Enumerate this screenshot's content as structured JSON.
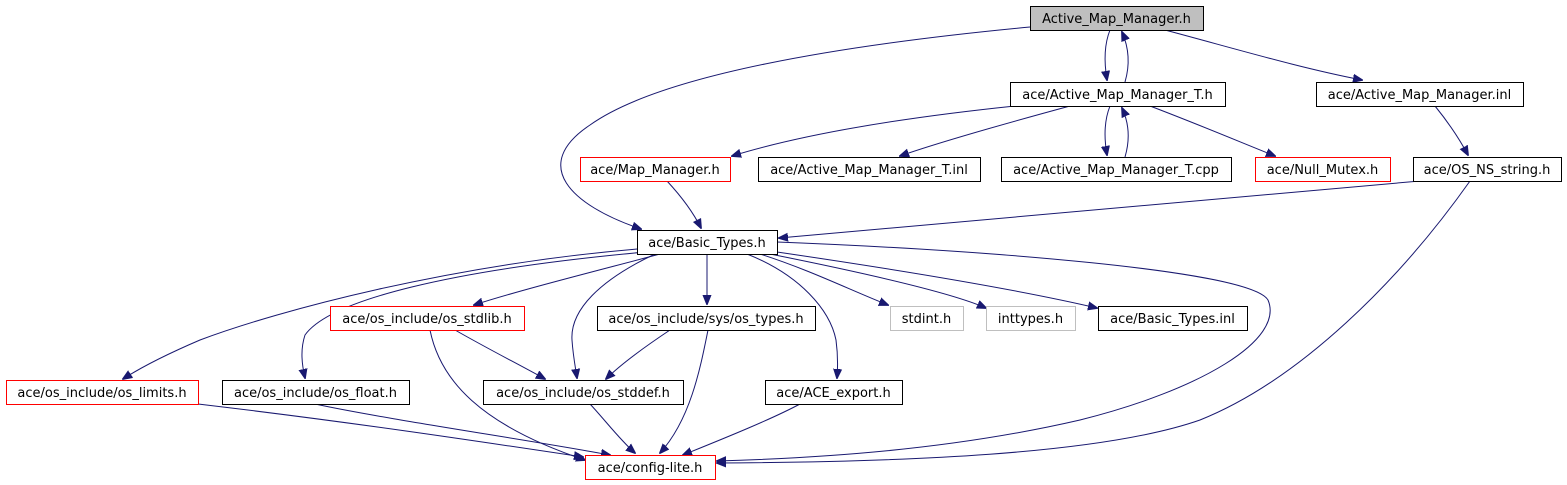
{
  "colors": {
    "edge": "#191970",
    "focus_fill": "#bfbfbf",
    "focus_border": "#000000",
    "normal_border": "#000000",
    "red_border": "#ff0000",
    "gray_border": "#bfbfbf",
    "gray_text": "#a0a0a0",
    "text": "#000000",
    "background": "#ffffff"
  },
  "graph": {
    "nodes": [
      {
        "id": "amm_h",
        "label": "Active_Map_Manager.h",
        "style": "focus"
      },
      {
        "id": "amm_t_h",
        "label": "ace/Active_Map_Manager_T.h",
        "style": "normal"
      },
      {
        "id": "amm_inl",
        "label": "ace/Active_Map_Manager.inl",
        "style": "normal"
      },
      {
        "id": "map_mgr",
        "label": "ace/Map_Manager.h",
        "style": "red"
      },
      {
        "id": "amm_t_inl",
        "label": "ace/Active_Map_Manager_T.inl",
        "style": "normal"
      },
      {
        "id": "amm_t_cpp",
        "label": "ace/Active_Map_Manager_T.cpp",
        "style": "normal"
      },
      {
        "id": "null_mutex",
        "label": "ace/Null_Mutex.h",
        "style": "red"
      },
      {
        "id": "os_ns_string",
        "label": "ace/OS_NS_string.h",
        "style": "normal"
      },
      {
        "id": "basic_types",
        "label": "ace/Basic_Types.h",
        "style": "normal"
      },
      {
        "id": "os_stdlib",
        "label": "ace/os_include/os_stdlib.h",
        "style": "red"
      },
      {
        "id": "os_types",
        "label": "ace/os_include/sys/os_types.h",
        "style": "normal"
      },
      {
        "id": "stdint",
        "label": "stdint.h",
        "style": "gray"
      },
      {
        "id": "inttypes",
        "label": "inttypes.h",
        "style": "gray"
      },
      {
        "id": "basic_types_inl",
        "label": "ace/Basic_Types.inl",
        "style": "normal"
      },
      {
        "id": "os_limits",
        "label": "ace/os_include/os_limits.h",
        "style": "red"
      },
      {
        "id": "os_float",
        "label": "ace/os_include/os_float.h",
        "style": "normal"
      },
      {
        "id": "os_stddef",
        "label": "ace/os_include/os_stddef.h",
        "style": "normal"
      },
      {
        "id": "ace_export",
        "label": "ace/ACE_export.h",
        "style": "normal"
      },
      {
        "id": "config_lite",
        "label": "ace/config-lite.h",
        "style": "red"
      }
    ],
    "edges": [
      {
        "from": "amm_h",
        "to": "amm_t_h"
      },
      {
        "from": "amm_t_h",
        "to": "amm_h"
      },
      {
        "from": "amm_h",
        "to": "amm_inl"
      },
      {
        "from": "amm_h",
        "to": "basic_types"
      },
      {
        "from": "amm_t_h",
        "to": "map_mgr"
      },
      {
        "from": "amm_t_h",
        "to": "amm_t_inl"
      },
      {
        "from": "amm_t_h",
        "to": "amm_t_cpp"
      },
      {
        "from": "amm_t_cpp",
        "to": "amm_t_h"
      },
      {
        "from": "amm_t_h",
        "to": "null_mutex"
      },
      {
        "from": "amm_inl",
        "to": "os_ns_string"
      },
      {
        "from": "map_mgr",
        "to": "basic_types"
      },
      {
        "from": "os_ns_string",
        "to": "basic_types"
      },
      {
        "from": "os_ns_string",
        "to": "config_lite"
      },
      {
        "from": "basic_types",
        "to": "os_limits"
      },
      {
        "from": "basic_types",
        "to": "os_float"
      },
      {
        "from": "basic_types",
        "to": "os_stdlib"
      },
      {
        "from": "basic_types",
        "to": "os_stddef"
      },
      {
        "from": "basic_types",
        "to": "os_types"
      },
      {
        "from": "basic_types",
        "to": "ace_export"
      },
      {
        "from": "basic_types",
        "to": "stdint"
      },
      {
        "from": "basic_types",
        "to": "inttypes"
      },
      {
        "from": "basic_types",
        "to": "basic_types_inl"
      },
      {
        "from": "basic_types",
        "to": "config_lite"
      },
      {
        "from": "os_stdlib",
        "to": "os_stddef"
      },
      {
        "from": "os_stdlib",
        "to": "config_lite"
      },
      {
        "from": "os_types",
        "to": "os_stddef"
      },
      {
        "from": "os_types",
        "to": "config_lite"
      },
      {
        "from": "os_limits",
        "to": "config_lite"
      },
      {
        "from": "os_float",
        "to": "config_lite"
      },
      {
        "from": "os_stddef",
        "to": "config_lite"
      },
      {
        "from": "ace_export",
        "to": "config_lite"
      }
    ]
  }
}
